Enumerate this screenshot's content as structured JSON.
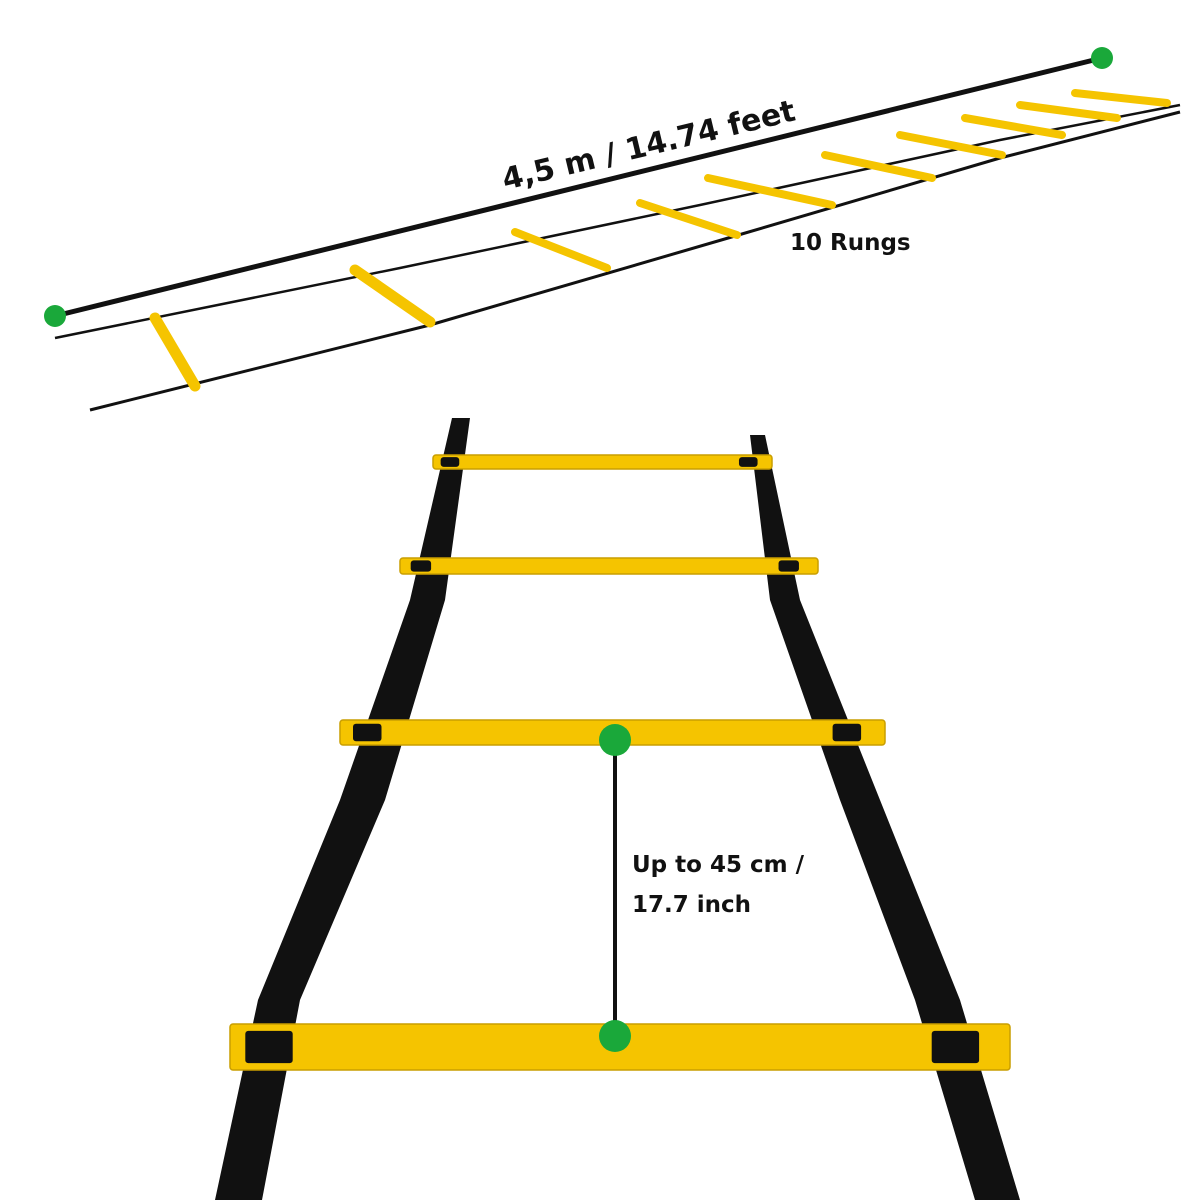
{
  "annotations": {
    "length_label": "4,5 m / 14.74 feet",
    "rungs_label": "10 Rungs",
    "spacing_label_line1": "Up to 45 cm /",
    "spacing_label_line2": "17.7 inch"
  },
  "colors": {
    "rung": "#f5c400",
    "rung_edge": "#c99e00",
    "strap": "#111111",
    "marker": "#1aa83a"
  }
}
